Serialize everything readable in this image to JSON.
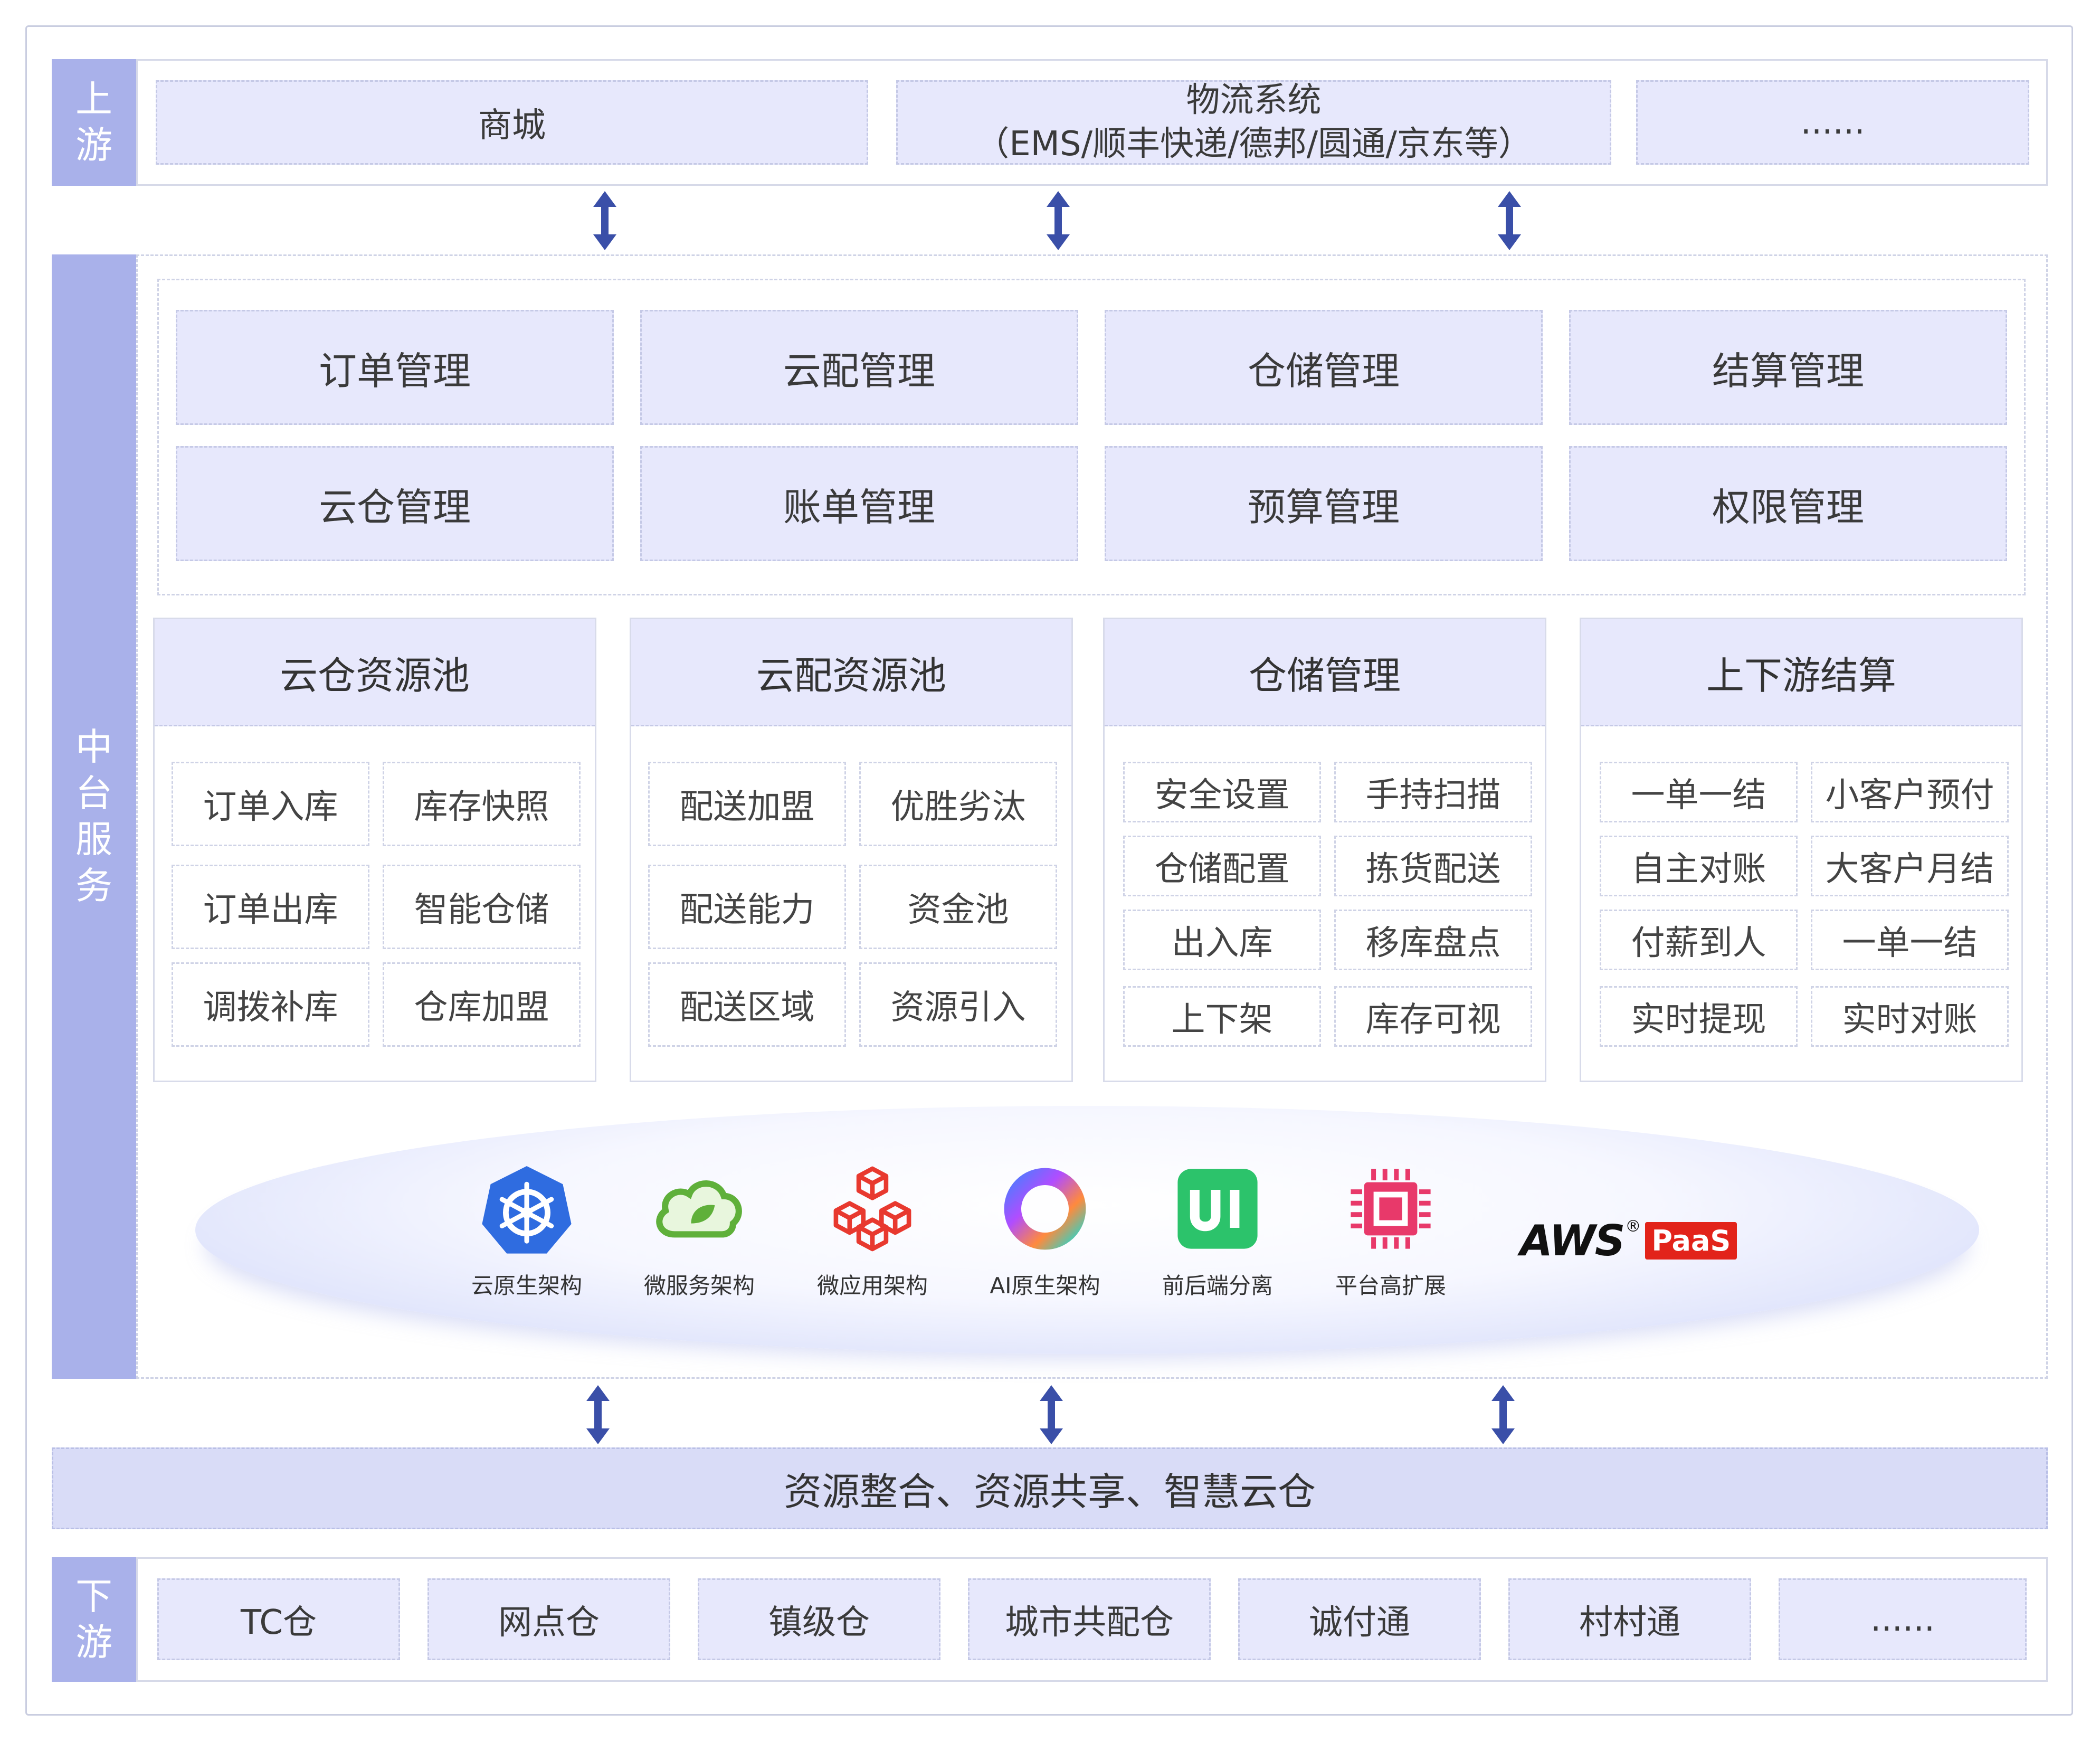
{
  "upstream": {
    "label": "上游",
    "items": [
      {
        "text": "商城"
      },
      {
        "line1": "物流系统",
        "line2": "（EMS/顺丰快递/德邦/圆通/京东等）"
      },
      {
        "text": "......"
      }
    ]
  },
  "middle": {
    "label": "中台服务",
    "management": [
      "订单管理",
      "云配管理",
      "仓储管理",
      "结算管理",
      "云仓管理",
      "账单管理",
      "预算管理",
      "权限管理"
    ],
    "pools": [
      {
        "title": "云仓资源池",
        "items": [
          "订单入库",
          "库存快照",
          "订单出库",
          "智能仓储",
          "调拨补库",
          "仓库加盟"
        ]
      },
      {
        "title": "云配资源池",
        "items": [
          "配送加盟",
          "优胜劣汰",
          "配送能力",
          "资金池",
          "配送区域",
          "资源引入"
        ]
      },
      {
        "title": "仓储管理",
        "items": [
          "安全设置",
          "手持扫描",
          "仓储配置",
          "拣货配送",
          "出入库",
          "移库盘点",
          "上下架",
          "库存可视"
        ]
      },
      {
        "title": "上下游结算",
        "items": [
          "一单一结",
          "小客户预付",
          "自主对账",
          "大客户月结",
          "付薪到人",
          "一单一结",
          "实时提现",
          "实时对账"
        ]
      }
    ],
    "tech": [
      {
        "label": "云原生架构",
        "icon": "kubernetes-icon"
      },
      {
        "label": "微服务架构",
        "icon": "spring-cloud-icon"
      },
      {
        "label": "微应用架构",
        "icon": "cubes-icon"
      },
      {
        "label": "AI原生架构",
        "icon": "ai-ring-icon"
      },
      {
        "label": "前后端分离",
        "icon": "ui-icon"
      },
      {
        "label": "平台高扩展",
        "icon": "chip-icon"
      }
    ],
    "brand": {
      "aws": "AWS",
      "reg": "®",
      "paas": "PaaS"
    }
  },
  "integration": "资源整合、资源共享、智慧云仓",
  "downstream": {
    "label": "下游",
    "items": [
      "TC仓",
      "网点仓",
      "镇级仓",
      "城市共配仓",
      "诚付通",
      "村村通",
      "......"
    ]
  },
  "colors": {
    "side": "#a9b1ea",
    "cell": "#e7e8fc",
    "arrow": "#3a4fa8",
    "paas_red": "#e2231a"
  }
}
